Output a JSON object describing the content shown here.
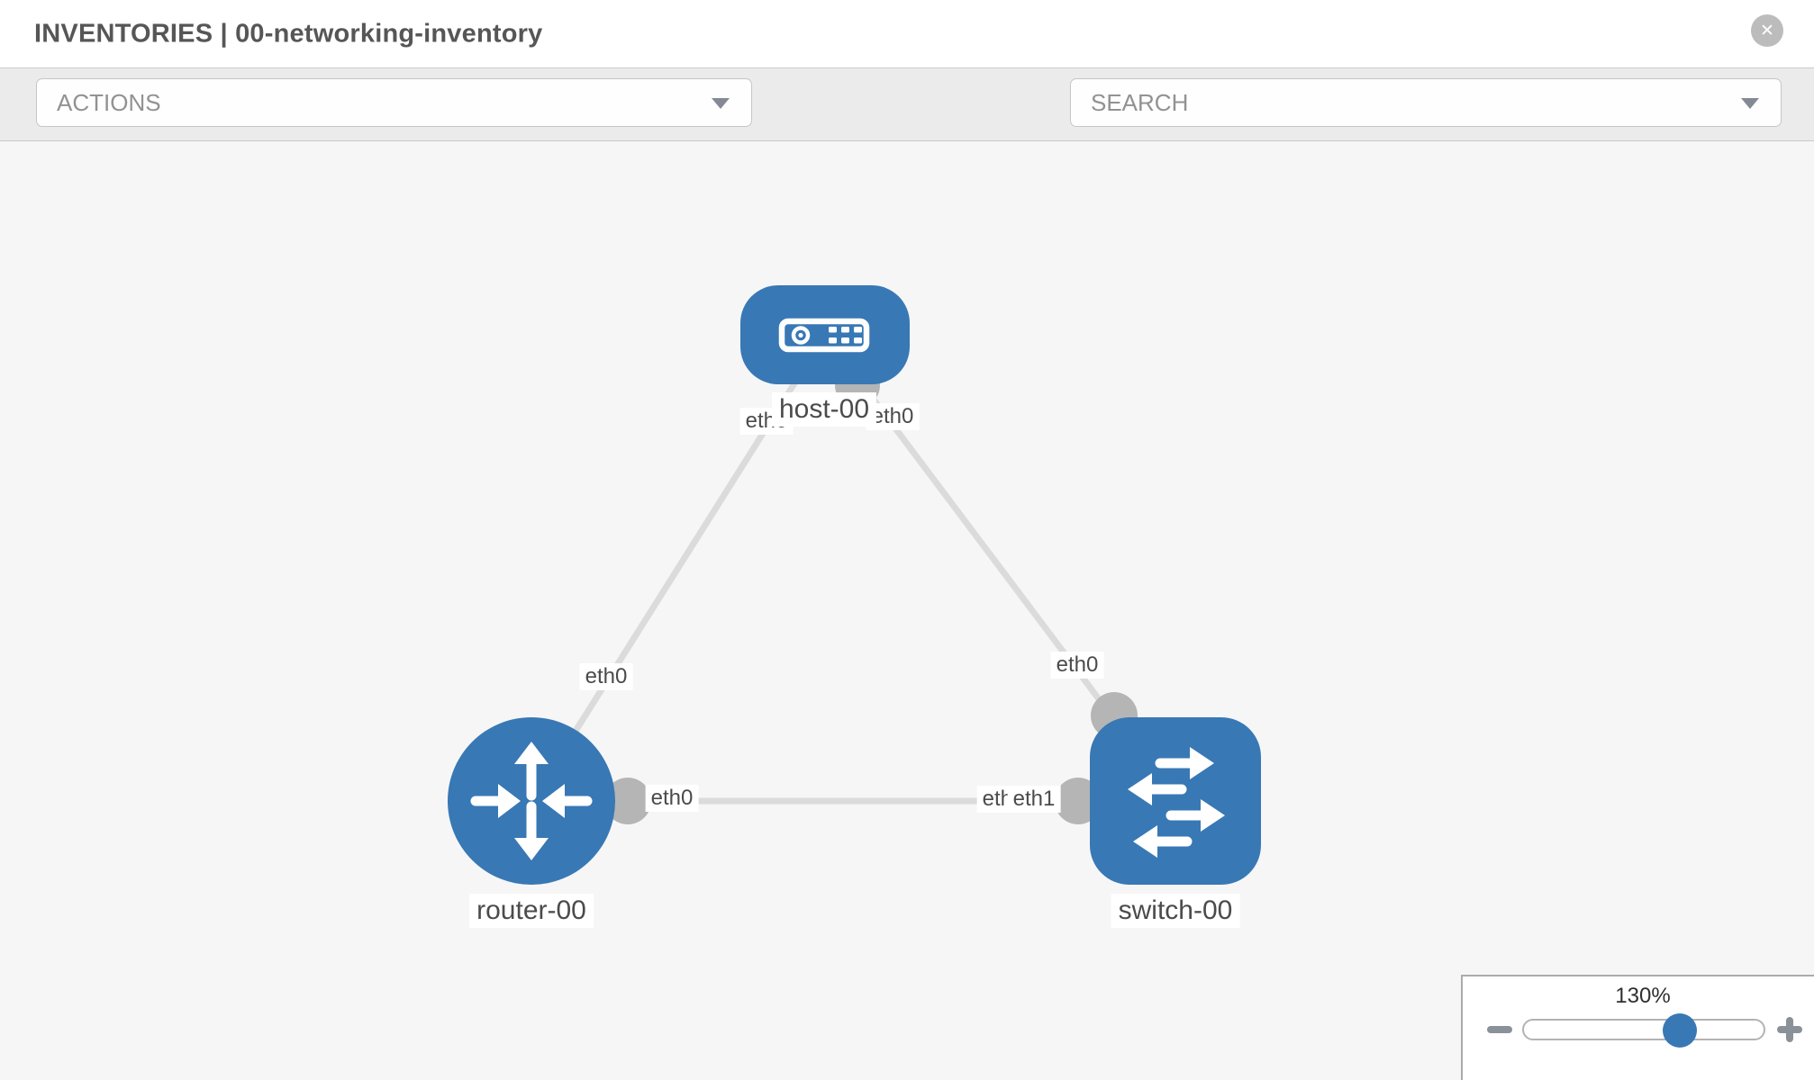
{
  "header": {
    "title": "INVENTORIES | 00-networking-inventory",
    "close_glyph": "✕"
  },
  "toolbar": {
    "actions_label": "ACTIONS",
    "search_placeholder": "SEARCH"
  },
  "topology": {
    "nodes": [
      {
        "label": "host-00",
        "type": "host"
      },
      {
        "label": "router-00",
        "type": "router"
      },
      {
        "label": "switch-00",
        "type": "switch"
      }
    ],
    "links": [
      {
        "from": "host-00",
        "to": "router-00",
        "from_interface": "eth0",
        "to_interface": "eth0"
      },
      {
        "from": "host-00",
        "to": "switch-00",
        "from_interface": "eth0",
        "to_interface": "eth0"
      },
      {
        "from": "router-00",
        "to": "switch-00",
        "from_interface": "eth0",
        "to_interface": "eth1",
        "to_interface_overlapped": "eth0"
      }
    ]
  },
  "zoom_control": {
    "level": "130%"
  },
  "colors": {
    "node_blue": "#3878b5",
    "link_gray": "#dbdbdb",
    "interface_gray": "#b5b5b5",
    "canvas_bg": "#f6f6f6",
    "toolbar_bg": "#ebebeb"
  }
}
